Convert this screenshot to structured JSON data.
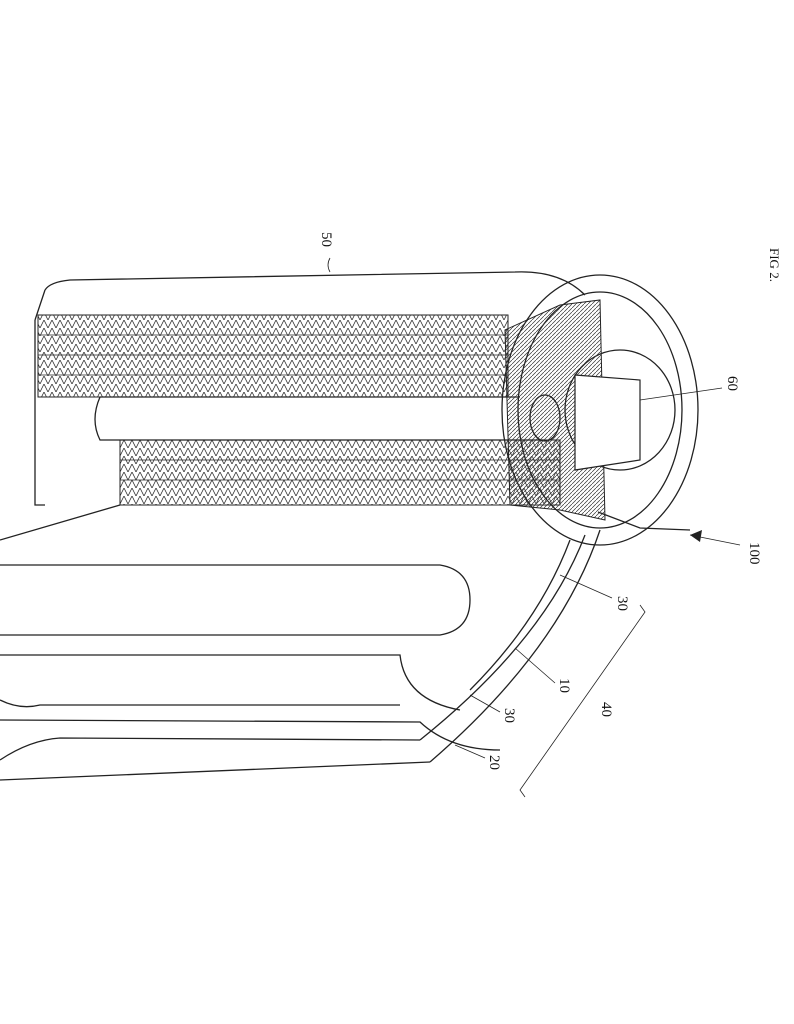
{
  "figure": {
    "title": "FIG 2.",
    "labels": {
      "case": "50",
      "cap": "60",
      "battery": "100",
      "separator_inner": "30",
      "electrode_first": "10",
      "separator_outer": "30",
      "electrode_assembly": "40",
      "electrode_second": "20"
    }
  }
}
